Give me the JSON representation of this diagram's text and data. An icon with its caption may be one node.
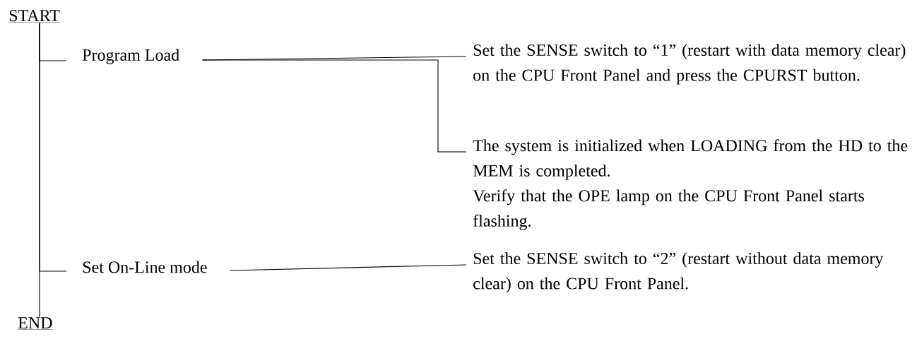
{
  "diagram": {
    "nodes": [
      {
        "text": [
          "START"
        ]
      },
      {
        "text": [
          "Program Load"
        ]
      },
      {
        "text": [
          "Set On-Line mode"
        ]
      },
      {
        "text": [
          "END"
        ]
      },
      {
        "text": [
          "Set the SENSE switch to “1” (restart with data memory clear) on the CPU Front Panel and press the CPURST button."
        ]
      },
      {
        "text": [
          "The system is initialized when LOADING from the HD to the MEM is completed.",
          "Verify that the OPE lamp on the CPU Front Panel starts flashing."
        ]
      },
      {
        "text": [
          "Set the SENSE switch to “2” (restart without data memory clear) on the CPU Front Panel."
        ]
      }
    ],
    "edges": [
      {
        "from": 0,
        "to": 3,
        "arrow": "none"
      },
      {
        "from": 0,
        "to": 1,
        "arrow": "none"
      },
      {
        "from": 0,
        "to": 2,
        "arrow": "none"
      },
      {
        "from": 1,
        "to": 4,
        "arrow": "none"
      },
      {
        "from": 1,
        "to": 5,
        "arrow": "none"
      },
      {
        "from": 2,
        "to": 6,
        "arrow": "none"
      }
    ]
  }
}
